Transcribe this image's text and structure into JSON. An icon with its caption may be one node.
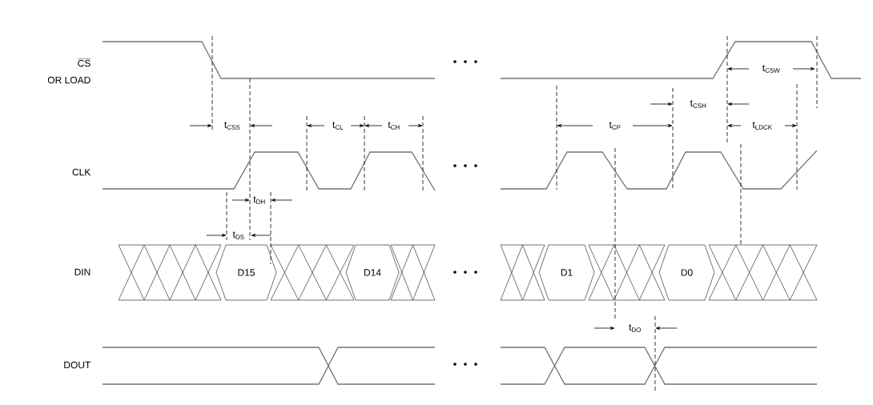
{
  "diagram": {
    "nodes": [
      {
        "text": [
          "D15"
        ]
      },
      {
        "text": [
          "D14"
        ]
      },
      {
        "text": [
          "D1"
        ]
      },
      {
        "text": [
          "D0"
        ]
      }
    ],
    "labels": [
      "CS",
      "OR LOAD",
      "t$_{CSW}$",
      "t$_{CSH}$",
      "t$_{CSS}$",
      "t$_{CL}$",
      "t$_{CH}$",
      "t$_{CP}$",
      "t$_{LDCK}$",
      "CLK",
      "t$_{DH}$",
      "t$_{DS}$",
      "DIN",
      "t$_{DO}$",
      "DOUT"
    ]
  }
}
